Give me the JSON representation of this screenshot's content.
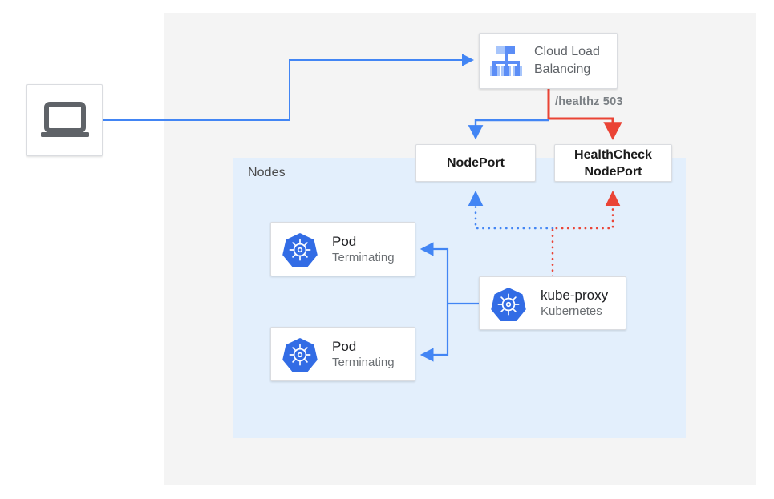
{
  "diagram": {
    "title": "Kubernetes NodePort health check with terminating pods",
    "colors": {
      "blue": "#4285f4",
      "red": "#ea4335",
      "panel_gray": "#f4f4f4",
      "panel_blue": "#e3effc",
      "card_white": "#ffffff",
      "card_border": "#dadce0",
      "text_dark": "#202124",
      "text_muted": "#5f6368",
      "icon_gray": "#5f6368",
      "k8s_blue": "#326ce5"
    }
  },
  "panels": {
    "outer": {
      "name": "cloud-region-panel"
    },
    "nodes": {
      "label": "Nodes"
    }
  },
  "nodes": {
    "client": {
      "icon": "laptop-icon",
      "label": ""
    },
    "load_balancer": {
      "icon": "cloud-load-balancing-icon",
      "label": "Cloud Load\nBalancing"
    },
    "nodeport": {
      "label": "NodePort"
    },
    "healthcheck_nodeport": {
      "label": "HealthCheck\nNodePort"
    },
    "pod_1": {
      "icon": "kubernetes-icon",
      "title": "Pod",
      "status": "Terminating"
    },
    "pod_2": {
      "icon": "kubernetes-icon",
      "title": "Pod",
      "status": "Terminating"
    },
    "kube_proxy": {
      "icon": "kubernetes-icon",
      "title": "kube-proxy",
      "subtitle": "Kubernetes"
    }
  },
  "edges": {
    "healthz": {
      "label": "/healthz 503",
      "color": "#ea4335"
    },
    "client_to_lb": {
      "color": "#4285f4",
      "style": "solid"
    },
    "lb_to_nodeport": {
      "color": "#4285f4",
      "style": "solid"
    },
    "lb_to_healthcheck": {
      "color": "#ea4335",
      "style": "solid"
    },
    "kubeproxy_to_nodeport": {
      "color": "#4285f4",
      "style": "dotted"
    },
    "kubeproxy_to_healthcheck": {
      "color": "#ea4335",
      "style": "dotted"
    },
    "kubeproxy_to_pods": {
      "color": "#4285f4",
      "style": "solid"
    }
  }
}
